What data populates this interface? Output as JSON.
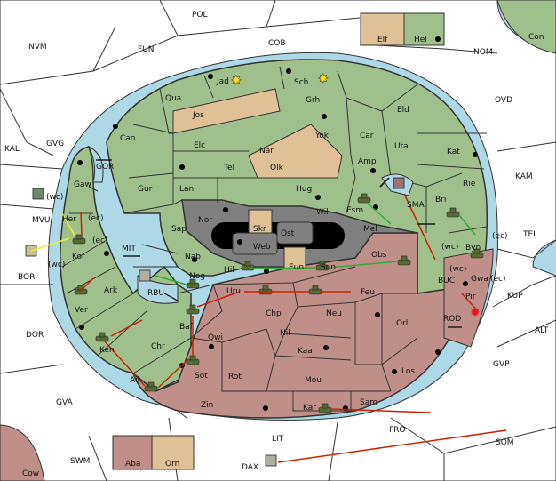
{
  "colors": {
    "sea": "#add8e6",
    "neutral": "#ffffff",
    "green": "#9fc08b",
    "red": "#c08f8a",
    "tan": "#e0c095",
    "gray": "#808080",
    "dark": "#000000",
    "border": "#333333",
    "arrow_red": "#cc2200",
    "arrow_green": "#33aa33",
    "arrow_yellow": "#eeee33",
    "arrow_black": "#000000"
  },
  "labels": {
    "POL": "POL",
    "COB": "COB",
    "NVM": "NVM",
    "FUN": "FUN",
    "NOM": "NOM",
    "Con": "Con",
    "Elf": "Elf",
    "Hel": "Hel",
    "OVD": "OVD",
    "KAL": "KAL",
    "GVG": "GVG",
    "KAM": "KAM",
    "TEI": "TEI",
    "KUP": "KUP",
    "ALT": "ALT",
    "GVP": "GVP",
    "DOR": "DOR",
    "BOR": "BOR",
    "MVU": "MVU",
    "GVA": "GVA",
    "FRO": "FRO",
    "SOM": "SOM",
    "LIT": "LIT",
    "SWM": "SWM",
    "Cow": "Cow",
    "Aba": "Aba",
    "Orn": "Orn",
    "DAX": "DAX",
    "GOR": "GOR",
    "MIT": "MIT",
    "RBU": "RBU",
    "BUC": "BUC",
    "ROD": "ROD",
    "SMA": "SMA",
    "Jad": "Jad",
    "Sch": "Sch",
    "Qua": "Qua",
    "Jos": "Jos",
    "Grh": "Grh",
    "Eld": "Eld",
    "Can": "Can",
    "Yok": "Yok",
    "Car": "Car",
    "Uta": "Uta",
    "Kat": "Kat",
    "Elc": "Elc",
    "Nar": "Nar",
    "Tel": "Tel",
    "Olk": "Olk",
    "Amp": "Amp",
    "Gaw": "Gaw",
    "Gur": "Gur",
    "Lan": "Lan",
    "Hug": "Hug",
    "Rie": "Rie",
    "Bri": "Bri",
    "Her": "Her",
    "Esm": "Esm",
    "Wil": "Wil",
    "Nor": "Nor",
    "Skr": "Skr",
    "Sap": "Sap",
    "Ost": "Ost",
    "Web": "Web",
    "Mel": "Mel",
    "Kor": "Kor",
    "Byn": "Byn",
    "Nab": "Nab",
    "Obs": "Obs",
    "Eun": "Eun",
    "Sun": "Sun",
    "Hil": "Hil",
    "Ark": "Ark",
    "Nog": "Nog",
    "Gwa": "Gwa",
    "Uru": "Uru",
    "Feu": "Feu",
    "Pir": "Pir",
    "Ver": "Ver",
    "Chp": "Chp",
    "Neu": "Neu",
    "Orl": "Orl",
    "Baf": "Baf",
    "Qwi": "Qwi",
    "Nil": "Nil",
    "Chr": "Chr",
    "Ken": "Ken",
    "Kaa": "Kaa",
    "Los": "Los",
    "Sot": "Sot",
    "Rot": "Rot",
    "Mou": "Mou",
    "Ail": "Ail",
    "Zin": "Zin",
    "Sam": "Sam",
    "Kar": "Kar",
    "wc_mvu": "(wc)",
    "ec_mvu": "(ec)",
    "wc_bor": "(wc)",
    "ec_mit": "(ec)",
    "wc_byn": "(wc)",
    "ec_byn": "(ec)",
    "wc_gwa": "(wc)",
    "ec_gwa": "(ec)"
  }
}
